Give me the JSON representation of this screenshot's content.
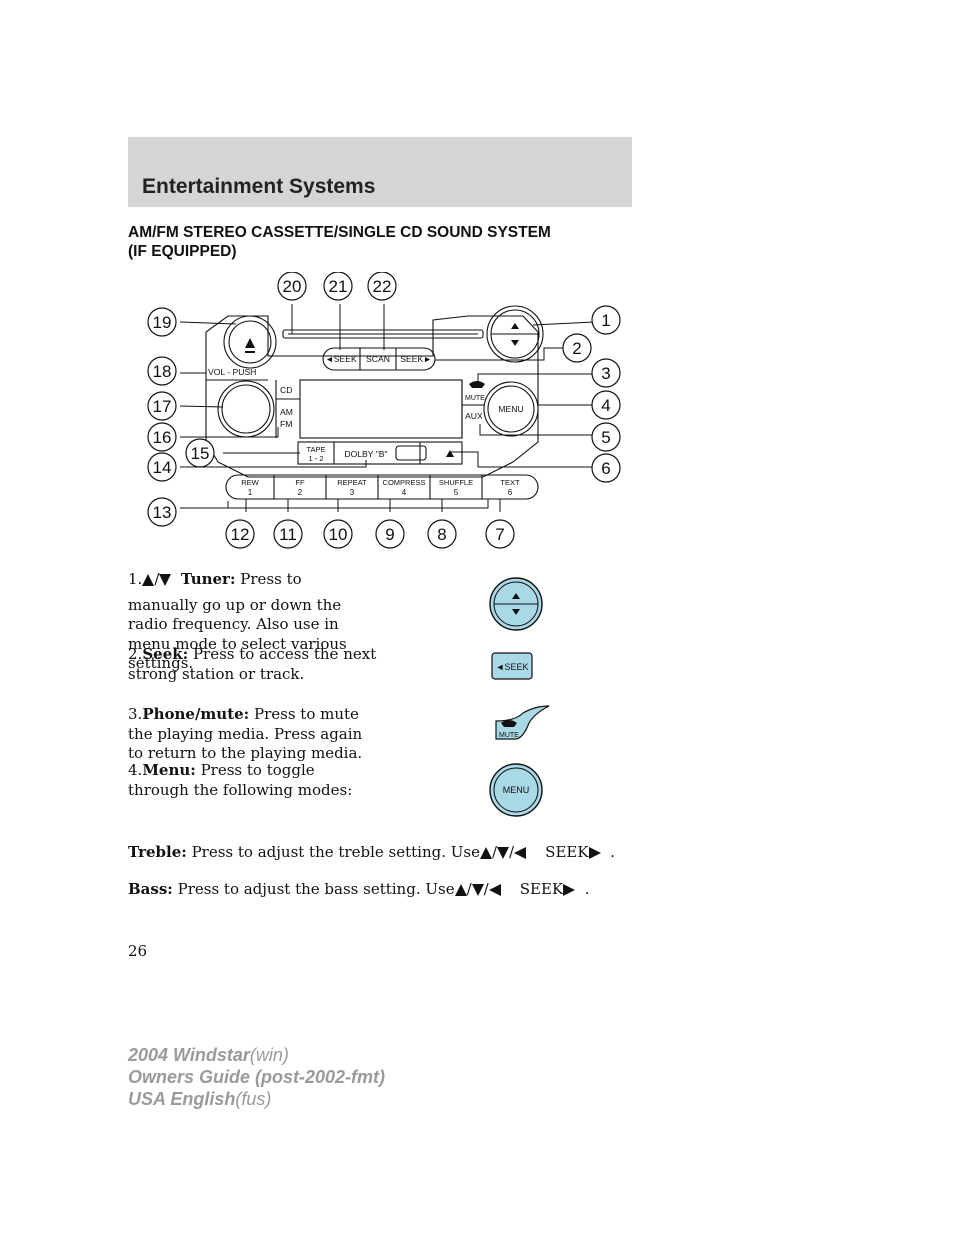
{
  "header": {
    "title": "Entertainment Systems"
  },
  "section": {
    "heading_line1": "AM/FM STEREO CASSETTE/SINGLE CD SOUND SYSTEM",
    "heading_line2": "(IF EQUIPPED)"
  },
  "diagram": {
    "callouts": [
      "1",
      "2",
      "3",
      "4",
      "5",
      "6",
      "7",
      "8",
      "9",
      "10",
      "11",
      "12",
      "13",
      "14",
      "15",
      "16",
      "17",
      "18",
      "19",
      "20",
      "21",
      "22"
    ],
    "labels": {
      "seek_left": "◄SEEK",
      "scan": "SCAN",
      "seek_right": "SEEK►",
      "vol_push": "VOL - PUSH",
      "cd": "CD",
      "am": "AM",
      "fm": "FM",
      "mute": "MUTE",
      "aux": "AUX",
      "menu": "MENU",
      "tape": "TAPE",
      "tape_sub": "1 - 2",
      "dolby": "DOLBY \"B\"",
      "presets": [
        {
          "name": "REW",
          "num": "1"
        },
        {
          "name": "FF",
          "num": "2"
        },
        {
          "name": "REPEAT",
          "num": "3"
        },
        {
          "name": "COMPRESS",
          "num": "4"
        },
        {
          "name": "SHUFFLE",
          "num": "5"
        },
        {
          "name": "TEXT",
          "num": "6"
        }
      ]
    }
  },
  "items": {
    "i1": {
      "num": "1.",
      "slash": "/",
      "title": "Tuner:",
      "text1": "Press to",
      "text2": "manually go up or down the radio frequency. Also use in menu mode to select various settings."
    },
    "i2": {
      "num": "2.",
      "title": "Seek:",
      "text": "Press to access the next strong station or track."
    },
    "i3": {
      "num": "3.",
      "title": "Phone/mute:",
      "text": "Press to mute the playing media. Press again to return to the playing media."
    },
    "i4": {
      "num": "4.",
      "title": "Menu:",
      "text": "Press to toggle through the following modes:"
    }
  },
  "treble": {
    "title": "Treble:",
    "text": "Press to adjust the treble setting. Use",
    "sep": "/",
    "seek": "SEEK",
    "end": "."
  },
  "bass": {
    "title": "Bass:",
    "text": "Press to adjust the bass setting. Use",
    "sep": "/",
    "seek": "SEEK",
    "end": "."
  },
  "thumbs": {
    "seek": "◄SEEK",
    "mute": "MUTE",
    "menu": "MENU"
  },
  "page_number": "26",
  "footer": {
    "line1_bold": "2004 Windstar",
    "line1_light": "(win)",
    "line2": "Owners Guide (post-2002-fmt)",
    "line3_bold": "USA English",
    "line3_light": "(fus)"
  },
  "colors": {
    "header_band": "#d5d5d5",
    "button_fill": "#a9d8e6",
    "footer_text": "#9a9a9a"
  }
}
